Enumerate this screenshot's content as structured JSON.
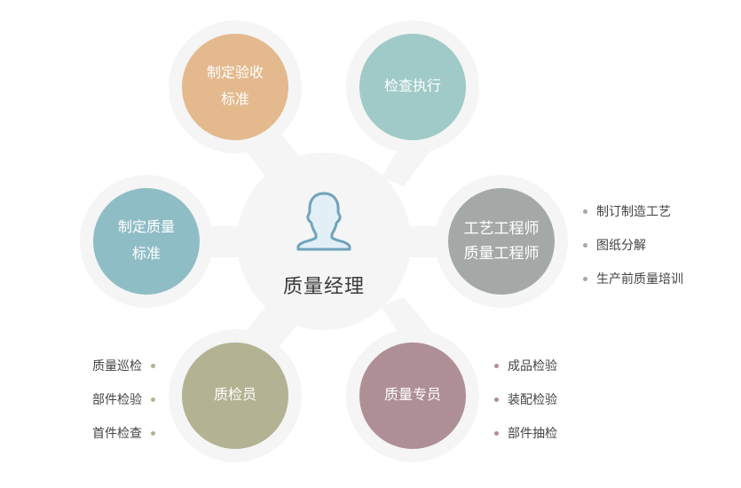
{
  "center": {
    "title": "质量经理",
    "icon": "user-silhouette-icon"
  },
  "nodes": {
    "standards": {
      "line1": "制定验收",
      "line2": "标准",
      "color": "#e4b98d"
    },
    "inspection": {
      "line1": "检查执行",
      "color": "#9fcac7"
    },
    "quality_std": {
      "line1": "制定质量",
      "line2": "标准",
      "color": "#8fbdc6"
    },
    "engineers": {
      "line1": "工艺工程师",
      "line2": "质量工程师",
      "color": "#a4a9a8"
    },
    "inspector": {
      "line1": "质检员",
      "color": "#b3b292"
    },
    "specialist": {
      "line1": "质量专员",
      "color": "#af8f96"
    }
  },
  "lists": {
    "engineers": {
      "dot_color": "#a4a9a8",
      "items": [
        "制订制造工艺",
        "图纸分解",
        "生产前质量培训"
      ]
    },
    "inspector": {
      "dot_color": "#b3b292",
      "items": [
        "质量巡检",
        "部件检验",
        "首件检查"
      ]
    },
    "specialist": {
      "dot_color": "#af8f96",
      "items": [
        "成品检验",
        "装配检验",
        "部件抽检"
      ]
    }
  },
  "colors": {
    "background_blob": "#f5f5f5",
    "icon_stroke": "#6fa3bd",
    "icon_fill": "#e2eff6"
  }
}
